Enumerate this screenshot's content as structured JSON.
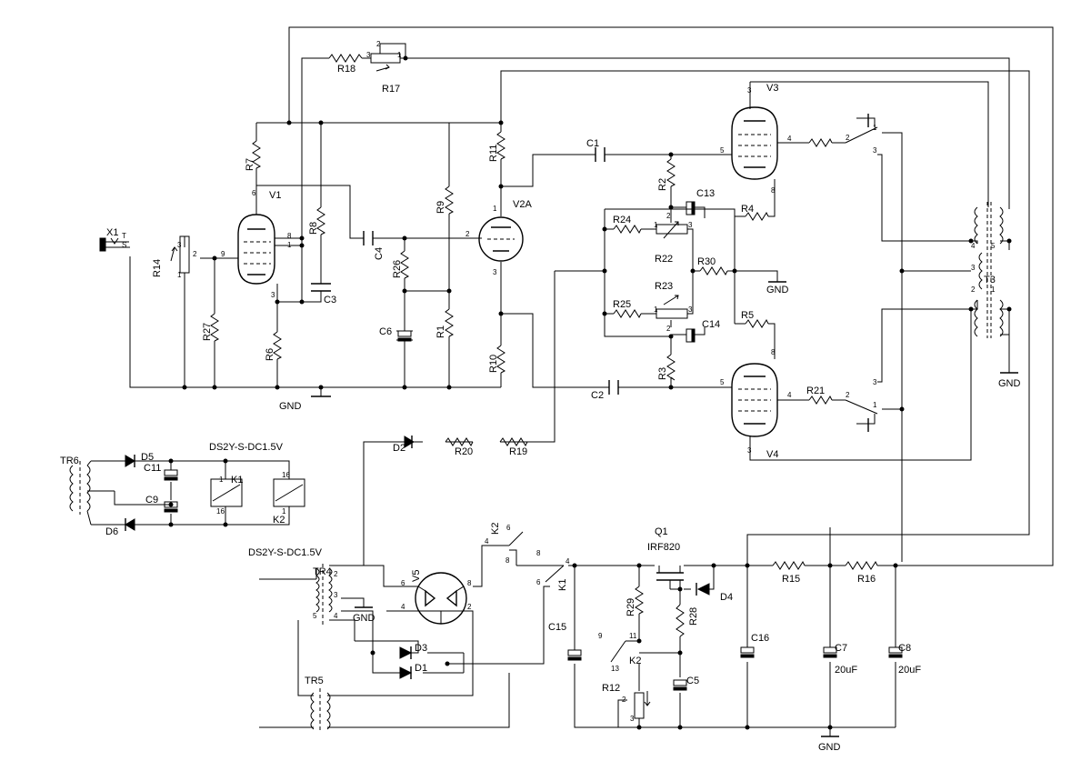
{
  "components": {
    "R1": "R1",
    "R2": "R2",
    "R3": "R3",
    "R4": "R4",
    "R5": "R5",
    "R6": "R6",
    "R7": "R7",
    "R8": "R8",
    "R9": "R9",
    "R10": "R10",
    "R11": "R11",
    "R12": "R12",
    "R14": "R14",
    "R15": "R15",
    "R16": "R16",
    "R17": "R17",
    "R18": "R18",
    "R19": "R19",
    "R20": "R20",
    "R21": "R21",
    "R22": "R22",
    "R23": "R23",
    "R24": "R24",
    "R25": "R25",
    "R26": "R26",
    "R27": "R27",
    "R28": "R28",
    "R29": "R29",
    "R30": "R30",
    "C1": "C1",
    "C2": "C2",
    "C3": "C3",
    "C4": "C4",
    "C5": "C5",
    "C6": "C6",
    "C7": "C7",
    "C8": "C8",
    "C9": "C9",
    "C11": "C11",
    "C13": "C13",
    "C14": "C14",
    "C15": "C15",
    "C16": "C16",
    "D1": "D1",
    "D2": "D2",
    "D3": "D3",
    "D4": "D4",
    "D5": "D5",
    "D6": "D6",
    "V1": "V1",
    "V2A": "V2A",
    "V3": "V3",
    "V4": "V4",
    "V5": "V5",
    "T3": "T3",
    "TR4": "TR4",
    "TR5": "TR5",
    "TR6": "TR6",
    "K1": "K1",
    "K2": "K2",
    "Q1": "Q1",
    "Q1_part": "IRF820",
    "X1": "X1",
    "X1_T": "T",
    "X1_S": "S",
    "C7_value": "20uF",
    "C8_value": "20uF",
    "relay_part_1": "DS2Y-S-DC1.5V",
    "relay_part_2": "DS2Y-S-DC1.5V"
  },
  "gnd_labels": {
    "gnd_v1": "GND",
    "gnd_r30": "GND",
    "gnd_t3": "GND",
    "gnd_tr4": "GND",
    "gnd_psu": "GND"
  },
  "pins": {
    "p1": "1",
    "p2": "2",
    "p3": "3",
    "p4": "4",
    "p5": "5",
    "p6": "6",
    "p8": "8",
    "p9": "9",
    "p11": "11",
    "p13": "13",
    "p16": "16"
  }
}
